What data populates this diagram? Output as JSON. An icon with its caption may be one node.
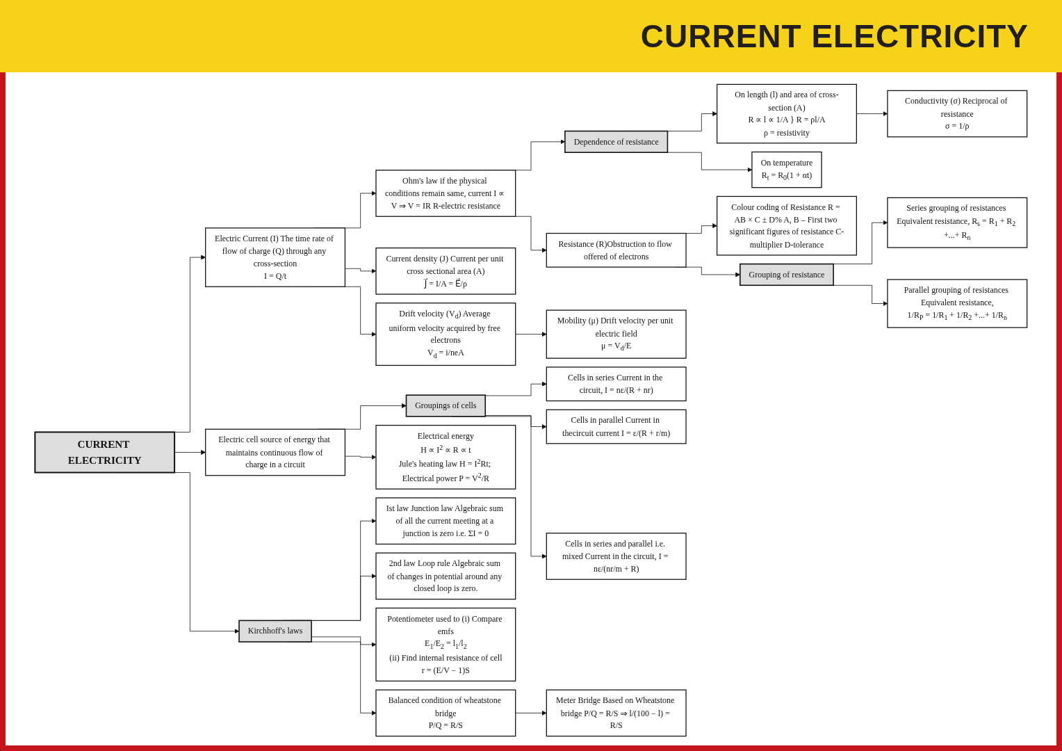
{
  "diagram": {
    "title": "CURRENT ELECTRICITY",
    "nodes": [
      {
        "text": [
          "On length (l) and area of cross-section (A)",
          "R ∝ l ∝ 1/A } R = ρl/A",
          "ρ = resistivity"
        ]
      },
      {
        "text": [
          "Dependence of resistance"
        ]
      },
      {
        "text": [
          "On temperature",
          "R$_{t}$ = R$_{0}$(1 + αt)"
        ]
      },
      {
        "text": [
          "Conductivity (σ) Reciprocal of resistance",
          "σ = 1/ρ"
        ]
      },
      {
        "text": [
          "Resistance (R)Obstruction to flow offered of electrons"
        ]
      },
      {
        "text": [
          "Colour coding of Resistance R = AB × C ± D% A, B – First two significant figures of resistance C-multiplier D-tolerance"
        ]
      },
      {
        "text": [
          "Ohm's law if the physical conditions remain same, current I ∝ V ⇒ V = IR R-electric resistance"
        ]
      },
      {
        "text": [
          "Grouping of resistance"
        ]
      },
      {
        "text": [
          "Series grouping of resistances Equivalent resistance, R$_{s}$ = R$_{1}$ + R$_{2}$ +...+ R$_{n}$"
        ]
      },
      {
        "text": [
          "Parallel grouping of resistances Equivalent resistance,",
          "1/R$_{P}$ = 1/R$_{1}$ + 1/R$_{2}$ +...+ 1/R$_{n}$"
        ]
      },
      {
        "text": [
          "Current density (J) Current per unit cross sectional area (A)",
          "J⃗ = I/A = E⃗/ρ"
        ]
      },
      {
        "text": [
          "Electric Current (I) The time rate of flow of charge (Q) through any cross-section",
          "I = Q/t"
        ]
      },
      {
        "text": [
          "Drift velocity (V$_{d}$) Average uniform velocity acquired by free electrons",
          "V$_{d}$ = i/neA"
        ]
      },
      {
        "text": [
          "Mobility (μ) Drift velocity per unit electric field",
          "μ = V$_{d}$/E"
        ]
      },
      {
        "text": [
          "Ist law Junction law Algebraic sum of all the current meeting at a junction is zero i.e. ΣI = 0"
        ]
      },
      {
        "text": [
          "2nd law Loop rule Algebraic sum of changes in potential around any closed loop is zero."
        ]
      },
      {
        "text": [
          "CURRENT ELECTRICITY"
        ]
      },
      {
        "text": [
          "Electric cell source of energy that maintains continuous flow of charge in a circuit"
        ]
      },
      {
        "text": [
          "Groupings of cells"
        ]
      },
      {
        "text": [
          "Kirchhoff's laws"
        ]
      },
      {
        "text": [
          "Potentiometer used to (i) Compare emfs",
          "E$_{1}$/E$_{2}$ = l$_{1}$/l$_{2}$",
          "(ii) Find internal resistance of cell",
          "r = (E/V − 1)S"
        ]
      },
      {
        "text": [
          "Cells in series Current in the circuit, I = nε/(R + nr)"
        ]
      },
      {
        "text": [
          "Cells in parallel Current in thecircuit current I = ε/(R + r/m)"
        ]
      },
      {
        "text": [
          "Cells in series and parallel i.e. mixed Current in the circuit, I = nε/(nr/m + R)"
        ]
      },
      {
        "text": [
          "Balanced condition of wheatstone bridge",
          "P/Q = R/S"
        ]
      },
      {
        "text": [
          "Electrical energy",
          "H ∝ I$^{2}$ ∝ R ∝ t",
          "Jule's heating law H = I$^{2}$Rt; Electrical power P = V$^{2}$/R"
        ]
      },
      {
        "text": [
          "Meter Bridge Based on Wheatstone bridge P/Q = R/S ⇒ l/(100 − l) = R/S"
        ]
      }
    ],
    "edges": [
      {
        "from": 1,
        "to": 0,
        "arrow": "to"
      },
      {
        "from": 1,
        "to": 2,
        "arrow": "to"
      },
      {
        "from": 0,
        "to": 3,
        "arrow": "to"
      },
      {
        "from": 6,
        "to": 1,
        "arrow": "to"
      },
      {
        "from": 6,
        "to": 4,
        "arrow": "to"
      },
      {
        "from": 4,
        "to": 5,
        "arrow": "to"
      },
      {
        "from": 4,
        "to": 7,
        "arrow": "to"
      },
      {
        "from": 7,
        "to": 8,
        "arrow": "to"
      },
      {
        "from": 7,
        "to": 9,
        "arrow": "to"
      },
      {
        "from": 11,
        "to": 6,
        "arrow": "to"
      },
      {
        "from": 11,
        "to": 10,
        "arrow": "to"
      },
      {
        "from": 11,
        "to": 12,
        "arrow": "to"
      },
      {
        "from": 12,
        "to": 13,
        "arrow": "to"
      },
      {
        "from": 16,
        "to": 11,
        "arrow": "to"
      },
      {
        "from": 16,
        "to": 17,
        "arrow": "to"
      },
      {
        "from": 16,
        "to": 19,
        "arrow": "to"
      },
      {
        "from": 19,
        "to": 14,
        "arrow": "to"
      },
      {
        "from": 19,
        "to": 15,
        "arrow": "to"
      },
      {
        "from": 19,
        "to": 20,
        "arrow": "to"
      },
      {
        "from": 19,
        "to": 24,
        "arrow": "to"
      },
      {
        "from": 24,
        "to": 26,
        "arrow": "to"
      },
      {
        "from": 17,
        "to": 18,
        "arrow": "to"
      },
      {
        "from": 17,
        "to": 25,
        "arrow": "to"
      },
      {
        "from": 18,
        "to": 21,
        "arrow": "to"
      },
      {
        "from": 18,
        "to": 22,
        "arrow": "to"
      },
      {
        "from": 18,
        "to": 23,
        "arrow": "to"
      }
    ]
  }
}
